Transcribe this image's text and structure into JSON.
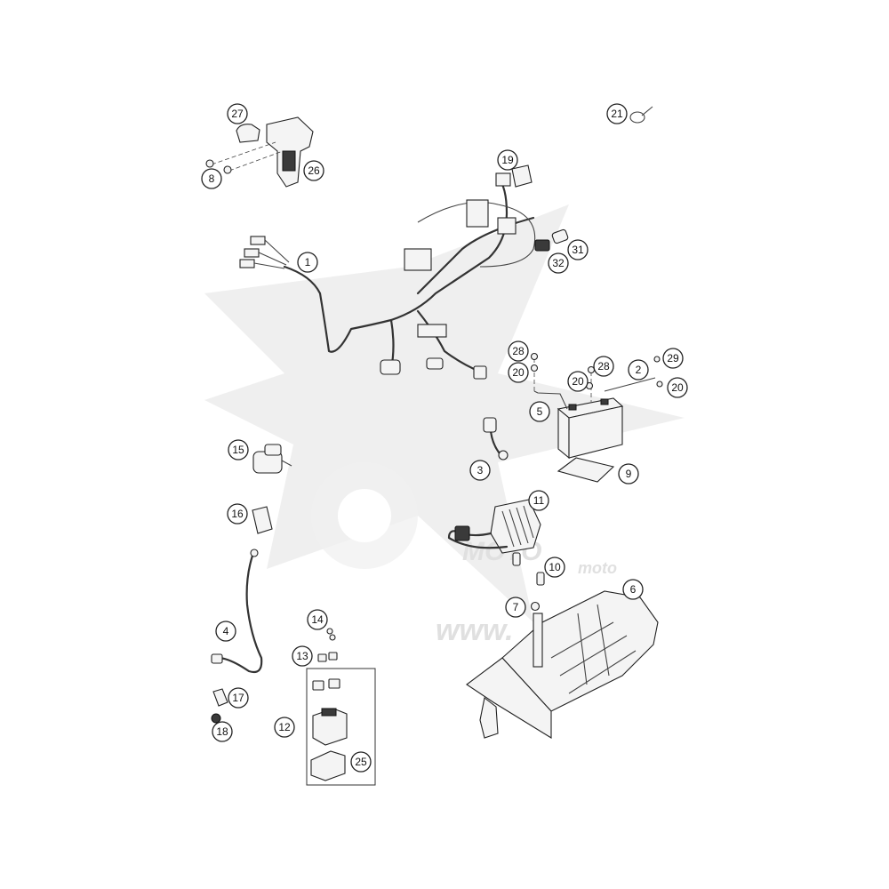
{
  "callouts": [
    {
      "label": "27"
    },
    {
      "label": "26"
    },
    {
      "label": "8"
    },
    {
      "label": "21"
    },
    {
      "label": "19"
    },
    {
      "label": "1"
    },
    {
      "label": "31"
    },
    {
      "label": "32"
    },
    {
      "label": "28"
    },
    {
      "label": "20"
    },
    {
      "label": "28"
    },
    {
      "label": "20"
    },
    {
      "label": "2"
    },
    {
      "label": "29"
    },
    {
      "label": "20"
    },
    {
      "label": "5"
    },
    {
      "label": "9"
    },
    {
      "label": "3"
    },
    {
      "label": "15"
    },
    {
      "label": "11"
    },
    {
      "label": "16"
    },
    {
      "label": "10"
    },
    {
      "label": "6"
    },
    {
      "label": "7"
    },
    {
      "label": "14"
    },
    {
      "label": "4"
    },
    {
      "label": "13"
    },
    {
      "label": "17"
    },
    {
      "label": "12"
    },
    {
      "label": "18"
    },
    {
      "label": "25"
    }
  ],
  "watermark": {
    "brand": "MOTO",
    "brand_sub": "moto",
    "url": "www."
  },
  "colors": {
    "line": "#222222",
    "part_fill": "#f4f4f4",
    "watermark": "#e9e9e9"
  }
}
